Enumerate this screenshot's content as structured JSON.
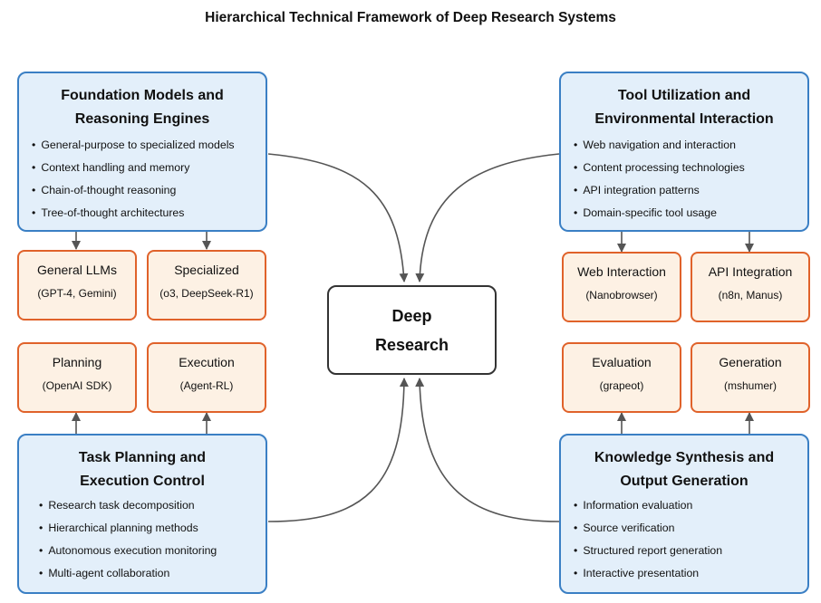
{
  "title": "Hierarchical Technical Framework of Deep Research Systems",
  "center": {
    "line1": "Deep",
    "line2": "Research"
  },
  "colors": {
    "main_fill": "#e3effa",
    "main_border": "#3a7fc4",
    "sub_fill": "#fdf1e4",
    "sub_border": "#e0622a",
    "arrow": "#555555"
  },
  "top_left": {
    "title_line1": "Foundation Models and",
    "title_line2": "Reasoning Engines",
    "items": [
      "General-purpose to specialized models",
      "Context handling and memory",
      "Chain-of-thought reasoning",
      "Tree-of-thought architectures"
    ],
    "subs": [
      {
        "label": "General LLMs",
        "detail": "(GPT-4, Gemini)"
      },
      {
        "label": "Specialized",
        "detail": "(o3, DeepSeek-R1)"
      }
    ]
  },
  "top_right": {
    "title_line1": "Tool Utilization and",
    "title_line2": "Environmental Interaction",
    "items": [
      "Web navigation and interaction",
      "Content processing technologies",
      "API integration patterns",
      "Domain-specific tool usage"
    ],
    "subs": [
      {
        "label": "Web Interaction",
        "detail": "(Nanobrowser)"
      },
      {
        "label": "API Integration",
        "detail": "(n8n, Manus)"
      }
    ]
  },
  "bottom_left": {
    "title_line1": "Task Planning and",
    "title_line2": "Execution Control",
    "items": [
      "Research task decomposition",
      "Hierarchical planning methods",
      "Autonomous execution monitoring",
      "Multi-agent collaboration"
    ],
    "subs": [
      {
        "label": "Planning",
        "detail": "(OpenAI SDK)"
      },
      {
        "label": "Execution",
        "detail": "(Agent-RL)"
      }
    ]
  },
  "bottom_right": {
    "title_line1": "Knowledge Synthesis and",
    "title_line2": "Output Generation",
    "items": [
      "Information evaluation",
      "Source verification",
      "Structured report generation",
      "Interactive presentation"
    ],
    "subs": [
      {
        "label": "Evaluation",
        "detail": "(grapeot)"
      },
      {
        "label": "Generation",
        "detail": "(mshumer)"
      }
    ]
  }
}
